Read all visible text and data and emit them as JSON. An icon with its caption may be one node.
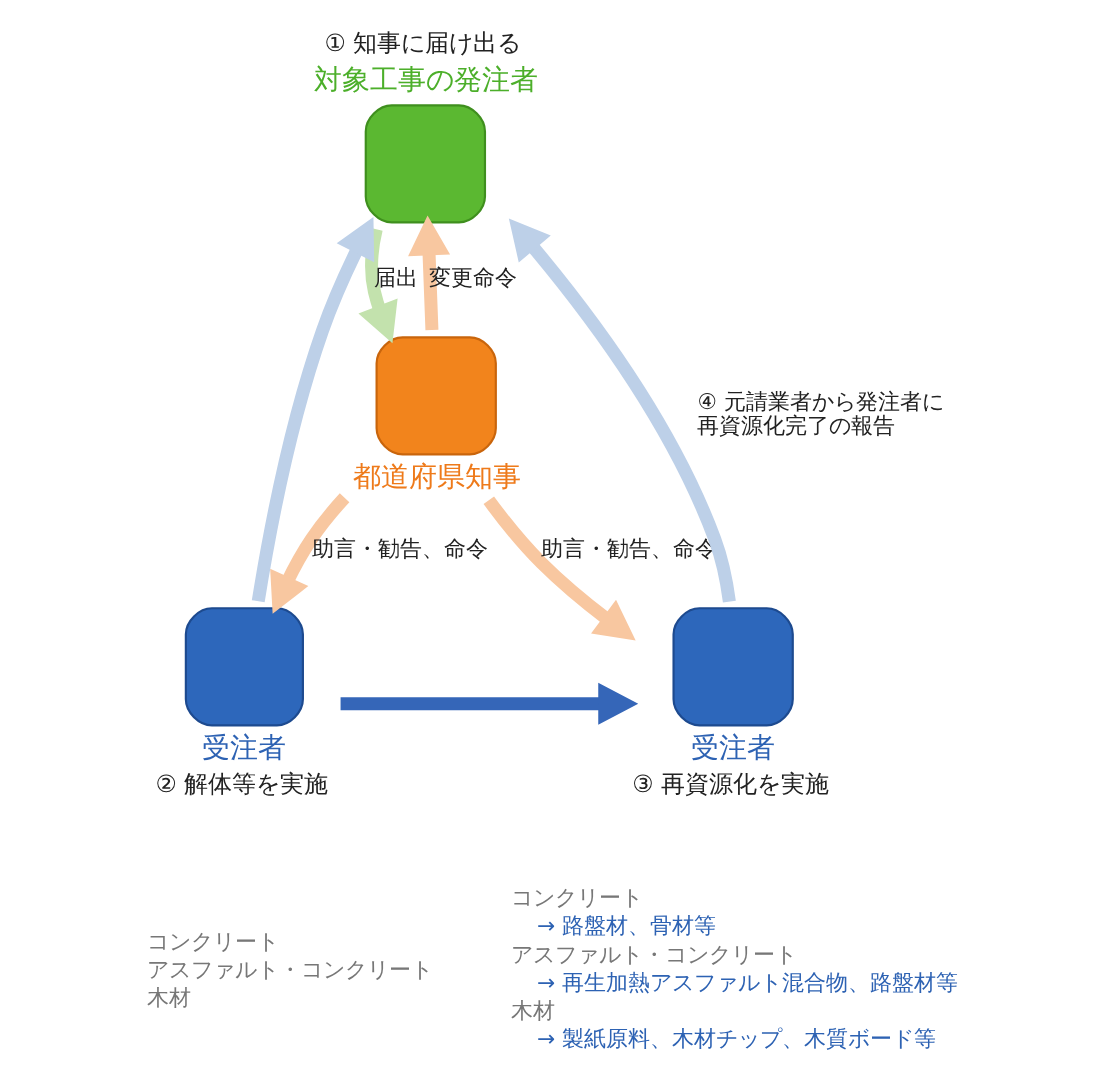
{
  "diagram": {
    "nodes": [
      {
        "text": [
          "対象工事の発注者"
        ],
        "beside": [
          "① 知事に届け出る"
        ]
      },
      {
        "text": [
          "都道府県知事"
        ]
      },
      {
        "text": [
          "受注者"
        ],
        "beside": [
          "② 解体等を実施"
        ]
      },
      {
        "text": [
          "受注者"
        ],
        "beside": [
          "③ 再資源化を実施"
        ]
      }
    ],
    "edges": [
      {
        "from": 0,
        "to": 1,
        "arrow": "to",
        "label": "届出",
        "color": "#c3e2ad"
      },
      {
        "from": 1,
        "to": 0,
        "arrow": "to",
        "label": "変更命令"
      },
      {
        "from": 2,
        "to": 0,
        "arrow": "to",
        "color": "#bdd0e8"
      },
      {
        "from": 3,
        "to": 0,
        "arrow": "to",
        "label": "④ 元請業者から発注者に再資源化完了の報告",
        "color": "#bdd0e8"
      },
      {
        "from": 1,
        "to": 2,
        "arrow": "to",
        "label": "助言・勧告、命令"
      },
      {
        "from": 1,
        "to": 3,
        "arrow": "to",
        "label": "助言・勧告、命令"
      },
      {
        "from": 2,
        "to": 3,
        "arrow": "to",
        "color": "#3566b8"
      }
    ],
    "labels": [
      "コンクリート",
      "アスファルト・コンクリート",
      "木材",
      "コンクリート",
      "→ 路盤材、骨材等",
      "アスファルト・コンクリート",
      "→ 再生加熱アスファルト混合物、路盤材等",
      "木材",
      "→ 製紙原料、木材チップ、木質ボード等"
    ]
  }
}
